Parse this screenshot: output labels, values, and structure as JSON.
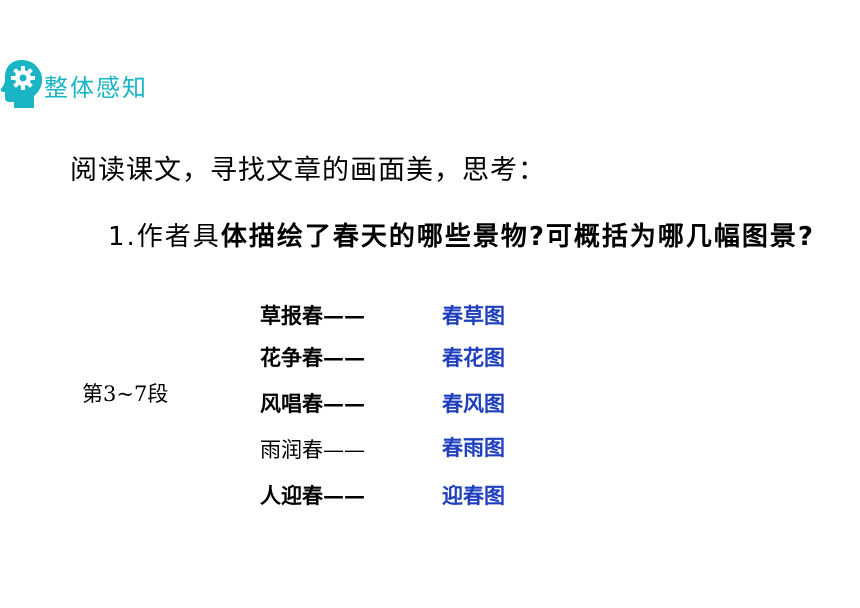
{
  "header": {
    "title": "整体感知"
  },
  "instruction": "阅读课文，寻找文章的画面美，思考：",
  "question": {
    "part1": "1.作者具",
    "part2": "体描绘了春天的哪些景物?可概括为哪几幅图景?"
  },
  "section_label": "第3~7段",
  "rows": [
    {
      "label": "草报春——",
      "answer": "春草图"
    },
    {
      "label": "花争春——",
      "answer": "春花图"
    },
    {
      "label": "风唱春——",
      "answer": "春风图"
    },
    {
      "label": "雨润春——",
      "answer": "春雨图"
    },
    {
      "label": "人迎春——",
      "answer": "迎春图"
    }
  ],
  "colors": {
    "accent": "#19b5c4",
    "answer": "#1f3fbf"
  }
}
